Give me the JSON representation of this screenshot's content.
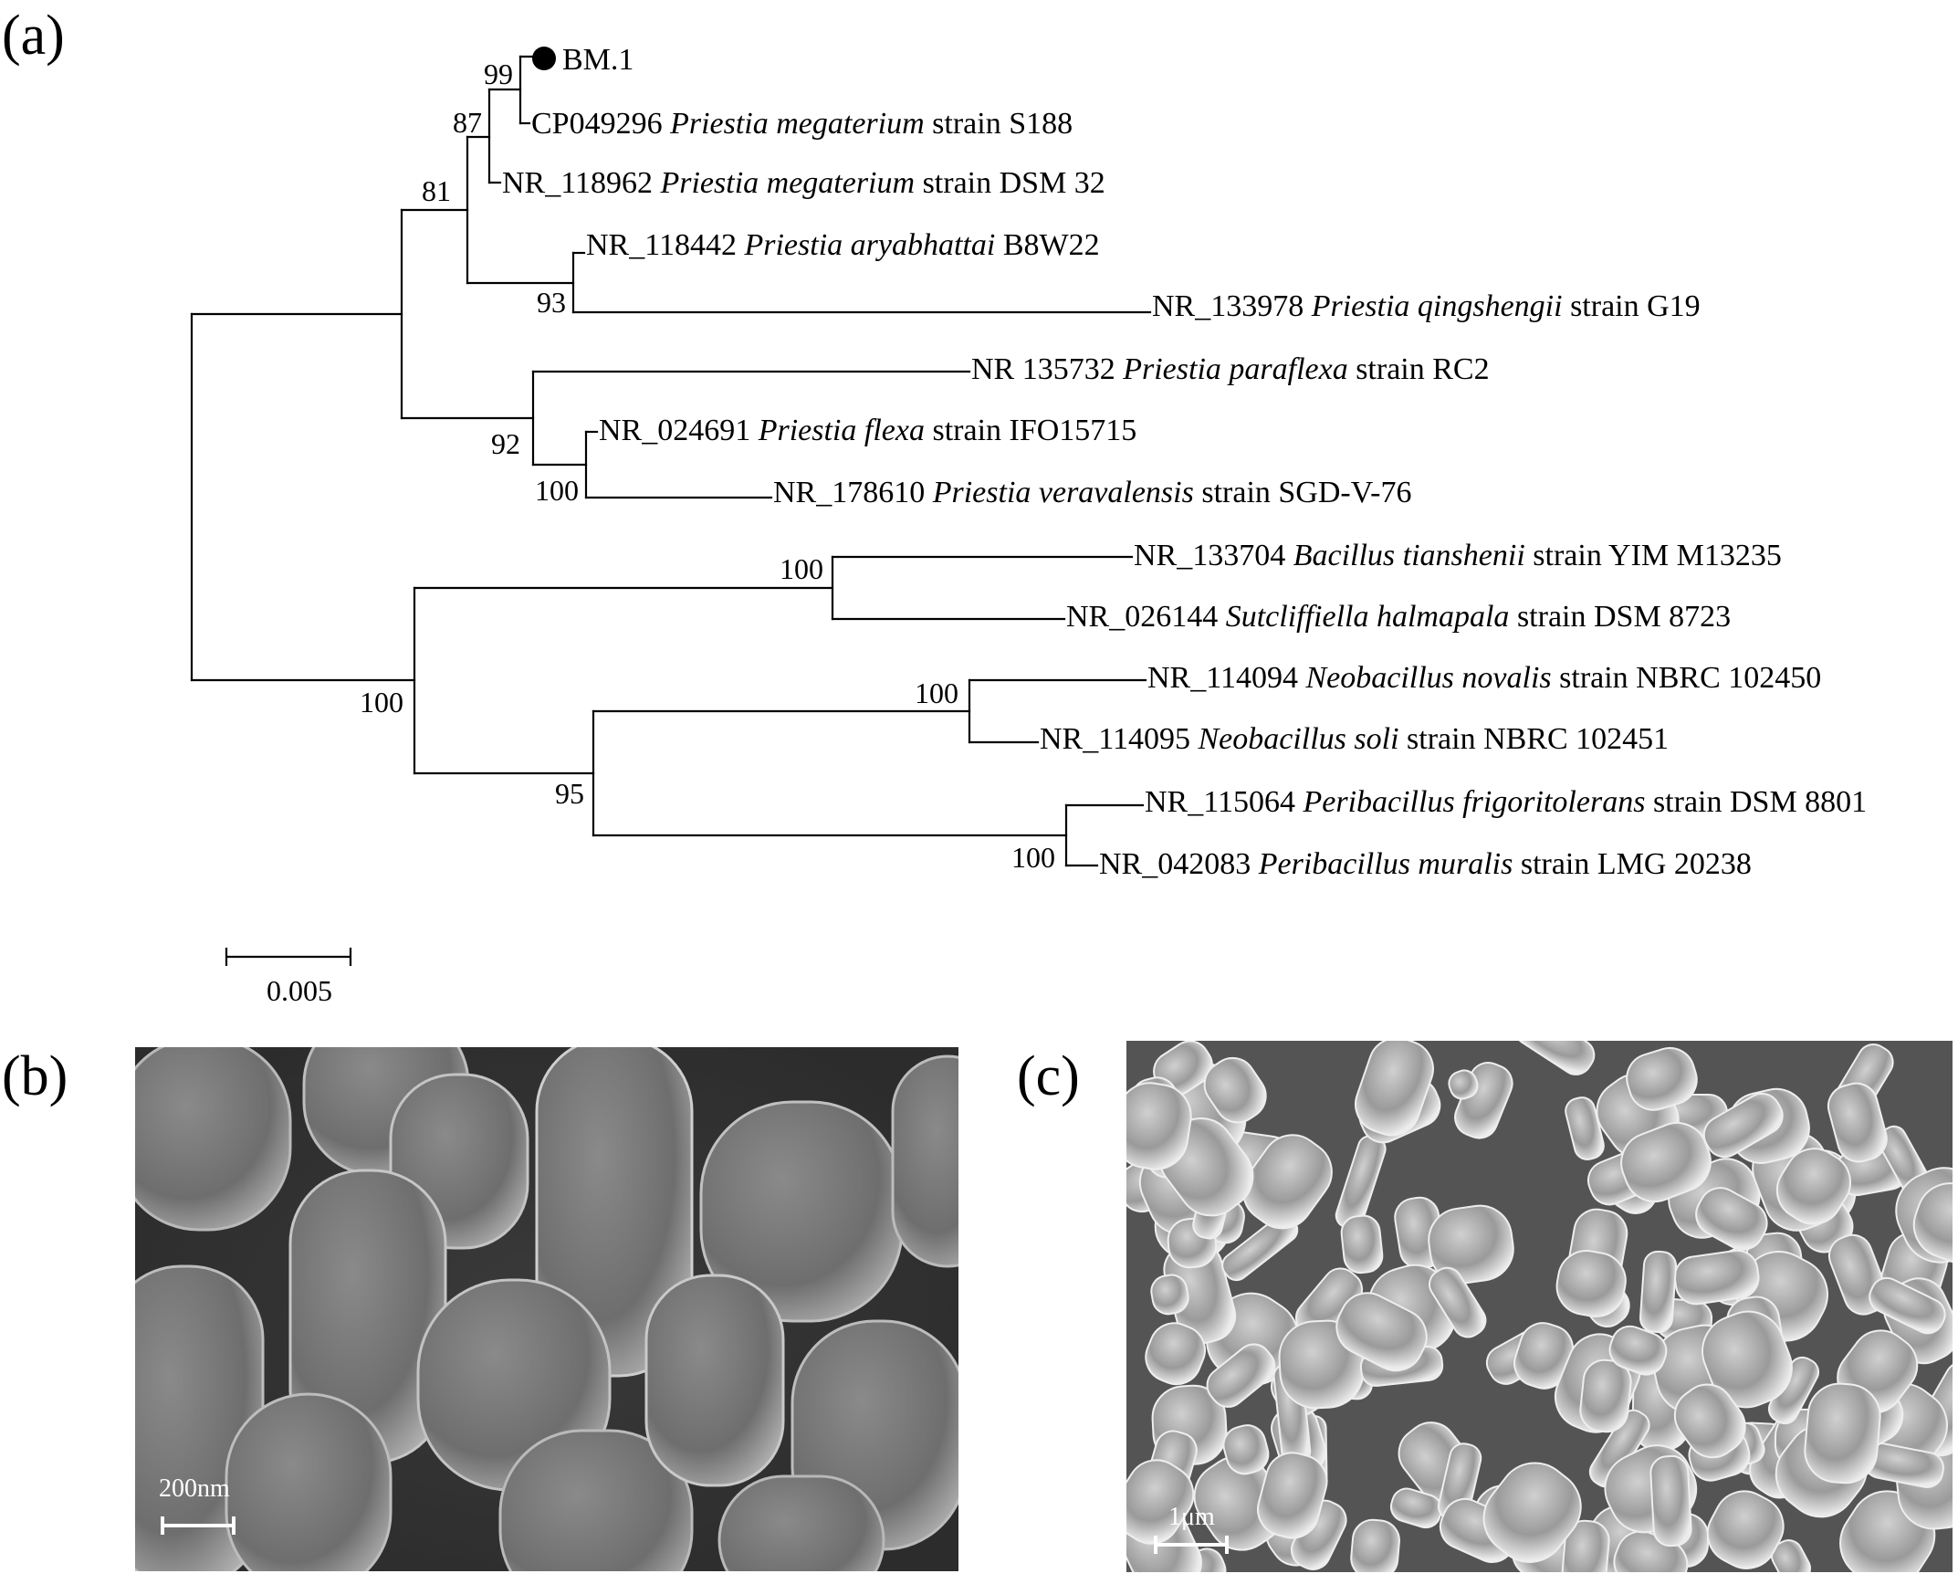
{
  "panels": {
    "a": "(a)",
    "b": "(b)",
    "c": "(c)"
  },
  "tree": {
    "scale_label": "0.005",
    "leaves": [
      {
        "id": "bm1",
        "accession": "",
        "name": "BM.1",
        "species": "",
        "suffix": "",
        "marked": true
      },
      {
        "id": "cp049296",
        "accession": "CP049296",
        "name": "",
        "species": "Priestia megaterium",
        "suffix": "strain S188"
      },
      {
        "id": "nr118962",
        "accession": "NR_118962",
        "name": "",
        "species": "Priestia megaterium",
        "suffix": "strain DSM 32"
      },
      {
        "id": "nr118442",
        "accession": "NR_118442",
        "name": "",
        "species": "Priestia aryabhattai",
        "suffix": "B8W22"
      },
      {
        "id": "nr133978",
        "accession": "NR_133978",
        "name": "",
        "species": "Priestia qingshengii",
        "suffix": "strain G19"
      },
      {
        "id": "nr135732",
        "accession": "NR 135732",
        "name": "",
        "species": "Priestia paraflexa",
        "suffix": "strain RC2"
      },
      {
        "id": "nr024691",
        "accession": "NR_024691",
        "name": "",
        "species": "Priestia flexa",
        "suffix": "strain IFO15715"
      },
      {
        "id": "nr178610",
        "accession": "NR_178610",
        "name": "",
        "species": "Priestia veravalensis",
        "suffix": "strain SGD-V-76"
      },
      {
        "id": "nr133704",
        "accession": "NR_133704",
        "name": "",
        "species": "Bacillus tianshenii",
        "suffix": "strain YIM M13235"
      },
      {
        "id": "nr026144",
        "accession": "NR_026144",
        "name": "",
        "species": "Sutcliffiella halmapala",
        "suffix": "strain DSM 8723"
      },
      {
        "id": "nr114094",
        "accession": "NR_114094",
        "name": "",
        "species": "Neobacillus novalis",
        "suffix": "strain NBRC 102450"
      },
      {
        "id": "nr114095",
        "accession": "NR_114095",
        "name": "",
        "species": "Neobacillus soli",
        "suffix": "strain NBRC 102451"
      },
      {
        "id": "nr115064",
        "accession": "NR_115064",
        "name": "",
        "species": "Peribacillus frigoritolerans",
        "suffix": "strain DSM 8801"
      },
      {
        "id": "nr042083",
        "accession": "NR_042083",
        "name": "",
        "species": "Peribacillus muralis",
        "suffix": "strain LMG 20238"
      }
    ],
    "bootstrap": [
      "99",
      "87",
      "81",
      "93",
      "92",
      "100",
      "100",
      "100",
      "100",
      "95",
      "100"
    ]
  },
  "sem": {
    "b_scale": "200nm",
    "c_scale": "1μm"
  }
}
